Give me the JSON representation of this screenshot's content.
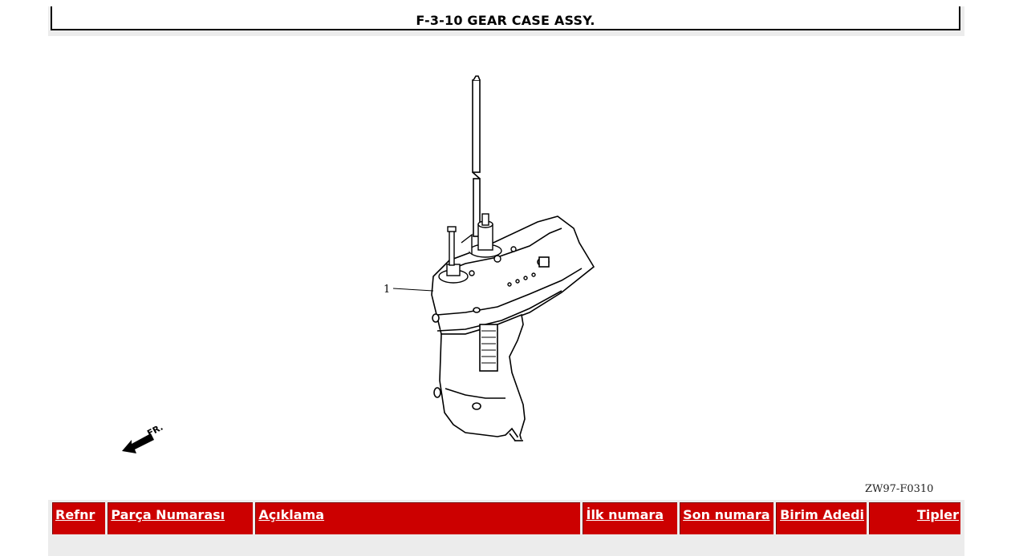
{
  "title": "F-3-10 GEAR CASE ASSY.",
  "diagram": {
    "callout_number": "1",
    "direction_label": "FR.",
    "drawing_code": "ZW97-F0310"
  },
  "table": {
    "columns": [
      "Refnr",
      "Parça Numarası",
      "Açıklama",
      "İlk numara",
      "Son numara",
      "Birim Adedi",
      "Tipler"
    ]
  },
  "colors": {
    "header_bg": "#cc0000",
    "header_text": "#ffffff",
    "frame": "#ececec"
  }
}
